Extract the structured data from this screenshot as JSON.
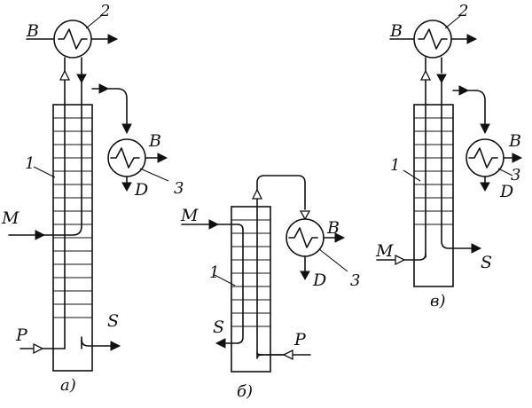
{
  "labels": {
    "a": {
      "B_in": "B",
      "n2": "2",
      "n1": "1",
      "B_out": "B",
      "n3": "3",
      "D": "D",
      "M": "M",
      "P": "P",
      "S": "S",
      "caption": "а)"
    },
    "b": {
      "M": "M",
      "n1": "1",
      "B_out": "B",
      "D": "D",
      "n3": "3",
      "S": "S",
      "P": "P",
      "caption": "б)"
    },
    "c": {
      "B_in": "B",
      "n2": "2",
      "n1": "1",
      "B_out": "B",
      "n3": "3",
      "D": "D",
      "M": "M",
      "S": "S",
      "caption": "в)"
    }
  },
  "icons": [
    "heat-exchanger-icon",
    "arrow-filled-icon",
    "arrow-open-icon"
  ]
}
